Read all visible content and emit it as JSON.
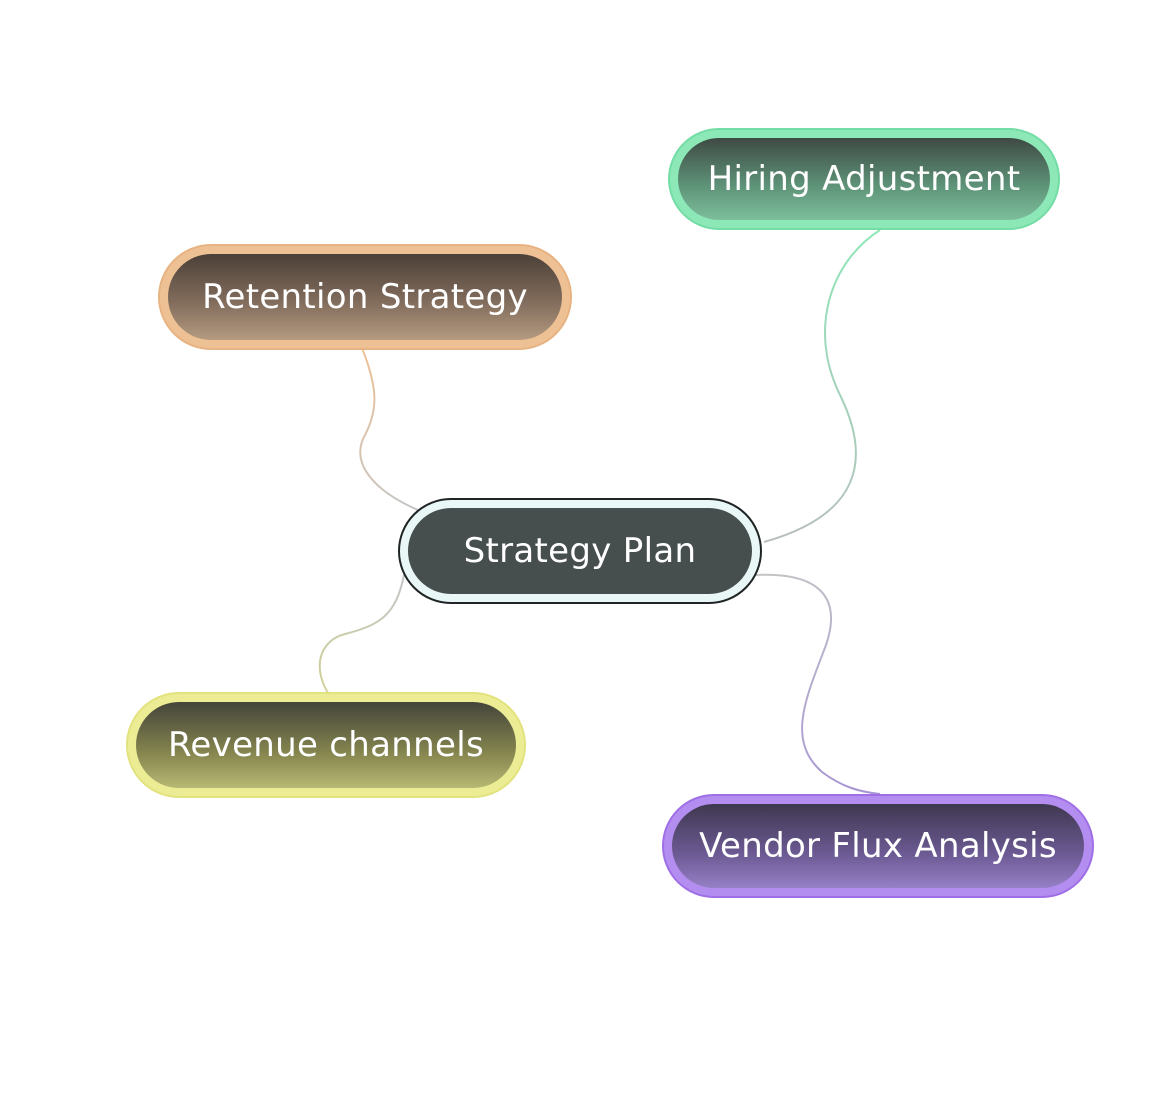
{
  "diagram": {
    "type": "mind-map",
    "center": {
      "label": "Strategy Plan",
      "fill": "#474e4e",
      "border": "#e9f7f7"
    },
    "branches": [
      {
        "id": "hiring",
        "label": "Hiring Adjustment",
        "color": "#8de8b8"
      },
      {
        "id": "retention",
        "label": "Retention Strategy",
        "color": "#eec195"
      },
      {
        "id": "revenue",
        "label": "Revenue channels",
        "color": "#ecec95"
      },
      {
        "id": "vendor",
        "label": "Vendor Flux Analysis",
        "color": "#b48df0"
      }
    ]
  }
}
